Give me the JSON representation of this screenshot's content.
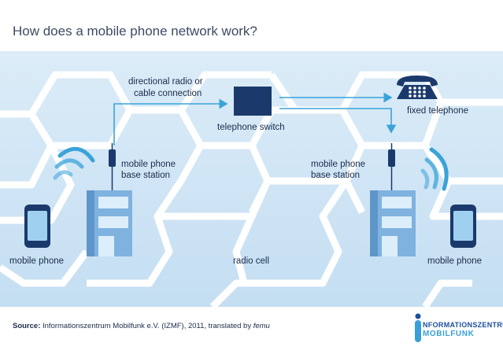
{
  "title": "How does a mobile phone network work?",
  "labels": {
    "connection_line1": "directional radio or",
    "connection_line2": "cable connection",
    "telephone_switch": "telephone switch",
    "fixed_telephone": "fixed telephone",
    "base_station_left_line1": "mobile phone",
    "base_station_left_line2": "base station",
    "base_station_right_line1": "mobile phone",
    "base_station_right_line2": "base station",
    "mobile_phone_left": "mobile phone",
    "mobile_phone_right": "mobile phone",
    "radio_cell": "radio cell"
  },
  "footer": {
    "source_label": "Source:",
    "source_text": " Informationszentrum Mobilfunk e.V. (IZMF), 2011, translated by ",
    "source_credit": "femu"
  },
  "logo": {
    "line1": "NFORMATIONSZENTRUM",
    "line2": "MOBILFUNK"
  },
  "colors": {
    "dark_blue": "#1b3a6b",
    "arrow_blue": "#3aa3d8",
    "cell_bg": "#c9e2f3",
    "building": "#7fb2df"
  }
}
